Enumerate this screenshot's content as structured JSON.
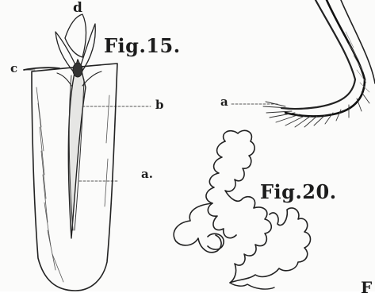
{
  "figures": [
    {
      "title": "Fig.15.",
      "labels": {
        "a": "a.",
        "b": "b",
        "c": "c",
        "d": "d"
      }
    },
    {
      "title": "Fig.20."
    }
  ],
  "fragment_label": "a",
  "edge_fragment": "F"
}
